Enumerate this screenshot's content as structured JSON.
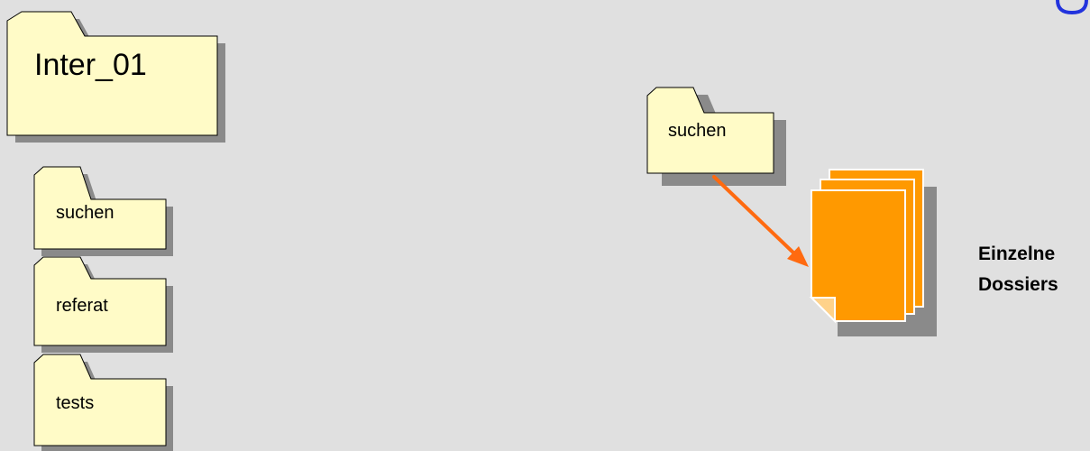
{
  "folders": {
    "main": {
      "label": "Inter_01"
    },
    "left_suchen": {
      "label": "suchen"
    },
    "left_referat": {
      "label": "referat"
    },
    "left_tests": {
      "label": "tests"
    },
    "right_suchen": {
      "label": "suchen"
    }
  },
  "dossiers": {
    "line1": "Einzelne",
    "line2": "Dossiers"
  },
  "colors": {
    "background": "#e0e0e0",
    "folder_fill": "#fffbc7",
    "folder_stroke": "#000000",
    "shadow": "#8a8a8a",
    "document_fill": "#ff9900",
    "document_stroke": "#ffffff",
    "arrow": "#ff6a10",
    "corner_glyph": "#2233dd"
  }
}
